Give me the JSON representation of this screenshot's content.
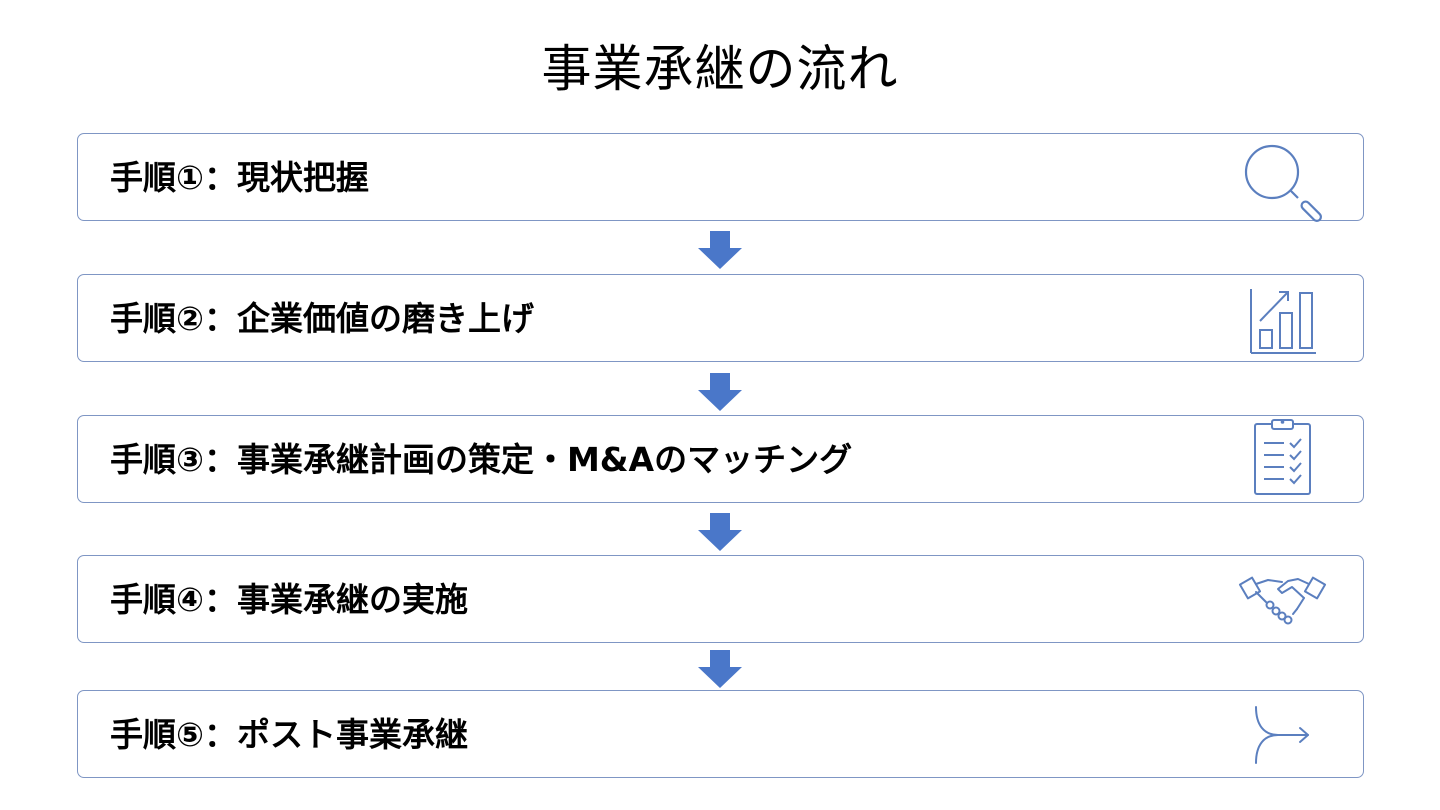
{
  "title": "事業承継の流れ",
  "colors": {
    "border": "#7f96c4",
    "icon": "#5b7fbf",
    "arrow": "#4a77c9"
  },
  "steps": [
    {
      "label": "手順①：現状把握",
      "icon": "magnifier-icon"
    },
    {
      "label": "手順②：企業価値の磨き上げ",
      "icon": "growth-chart-icon"
    },
    {
      "label": "手順③：事業承継計画の策定・M&Aのマッチング",
      "icon": "clipboard-checklist-icon"
    },
    {
      "label": "手順④：事業承継の実施",
      "icon": "handshake-icon"
    },
    {
      "label": "手順⑤：ポスト事業承継",
      "icon": "merge-arrow-icon"
    }
  ]
}
